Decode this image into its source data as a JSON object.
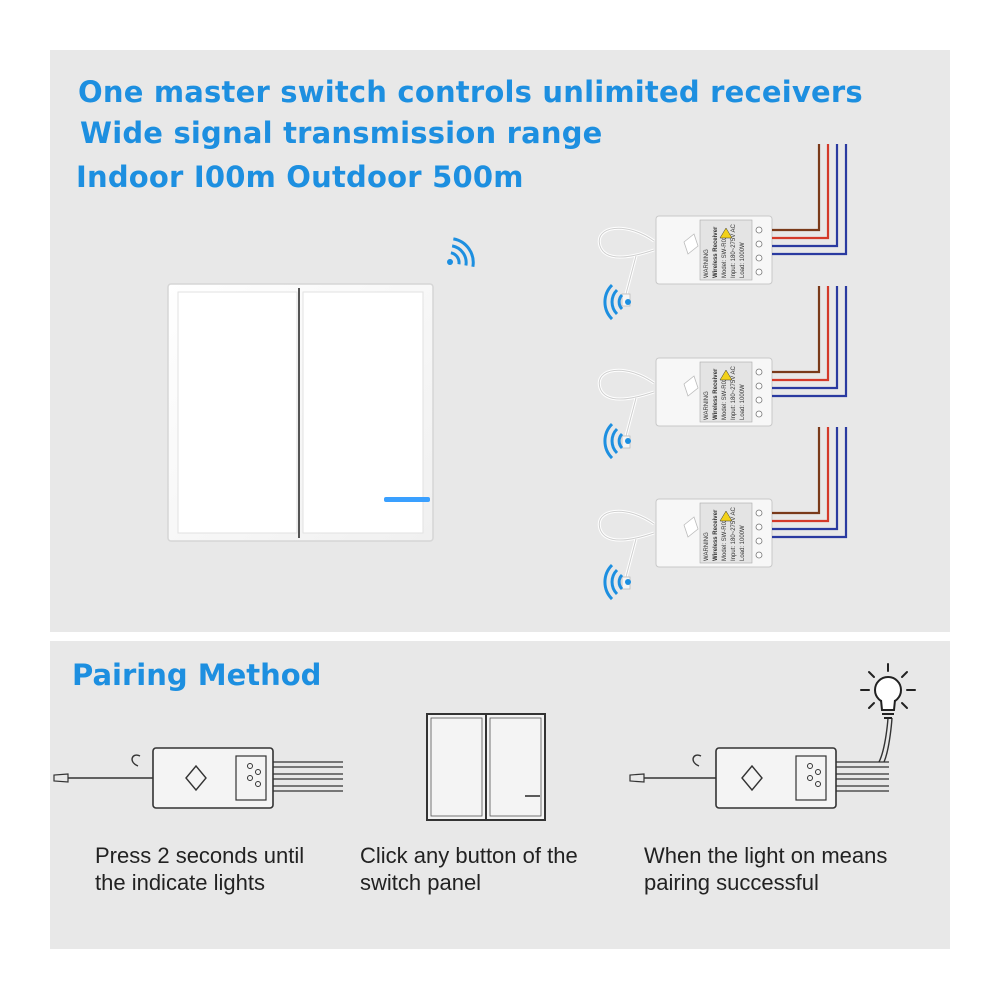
{
  "features": {
    "line1": "One master switch controls unlimited receivers",
    "line2": "Wide signal transmission range",
    "line3": "Indoor I00m Outdoor 500m"
  },
  "pairing": {
    "title": "Pairing Method",
    "steps": [
      {
        "line1": "Press 2 seconds until",
        "line2": "the indicate lights"
      },
      {
        "line1": "Click any button of the",
        "line2": "switch panel"
      },
      {
        "line1": "When the light on means",
        "line2": "pairing successful"
      }
    ]
  },
  "receiver_label": {
    "warning": "WARNING",
    "title": "Wireless Receiver",
    "model": "Model: SW-R02",
    "input": "Input: 180~275V AC",
    "load": "Load: 1000W"
  },
  "colors": {
    "accent": "#1d8fe0",
    "panel_bg": "#e8e8e8",
    "wire_brown": "#7a3a1a",
    "wire_red": "#d43a2a",
    "wire_blue": "#2a3aa0",
    "indicator": "#3aa0ff"
  },
  "icons": [
    "signal-waves-icon",
    "light-bulb-icon",
    "wireless-receiver-icon",
    "wall-switch-icon"
  ]
}
